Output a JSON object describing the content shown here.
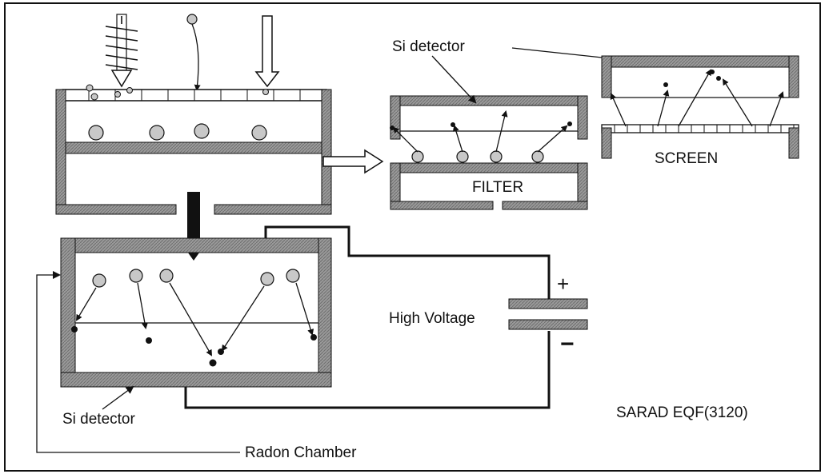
{
  "labels": {
    "si_detector_top": "Si detector",
    "filter": "FILTER",
    "screen": "SCREEN",
    "high_voltage": "High Voltage",
    "plus": "+",
    "minus": "−",
    "si_detector_bottom": "Si detector",
    "radon_chamber": "Radon Chamber",
    "model": "SARAD EQF(3120)"
  },
  "colors": {
    "wall": "#8c8c8c",
    "wall_dark": "#5e5e5e",
    "ink": "#111111",
    "atom_fill": "#c8c8c8"
  }
}
